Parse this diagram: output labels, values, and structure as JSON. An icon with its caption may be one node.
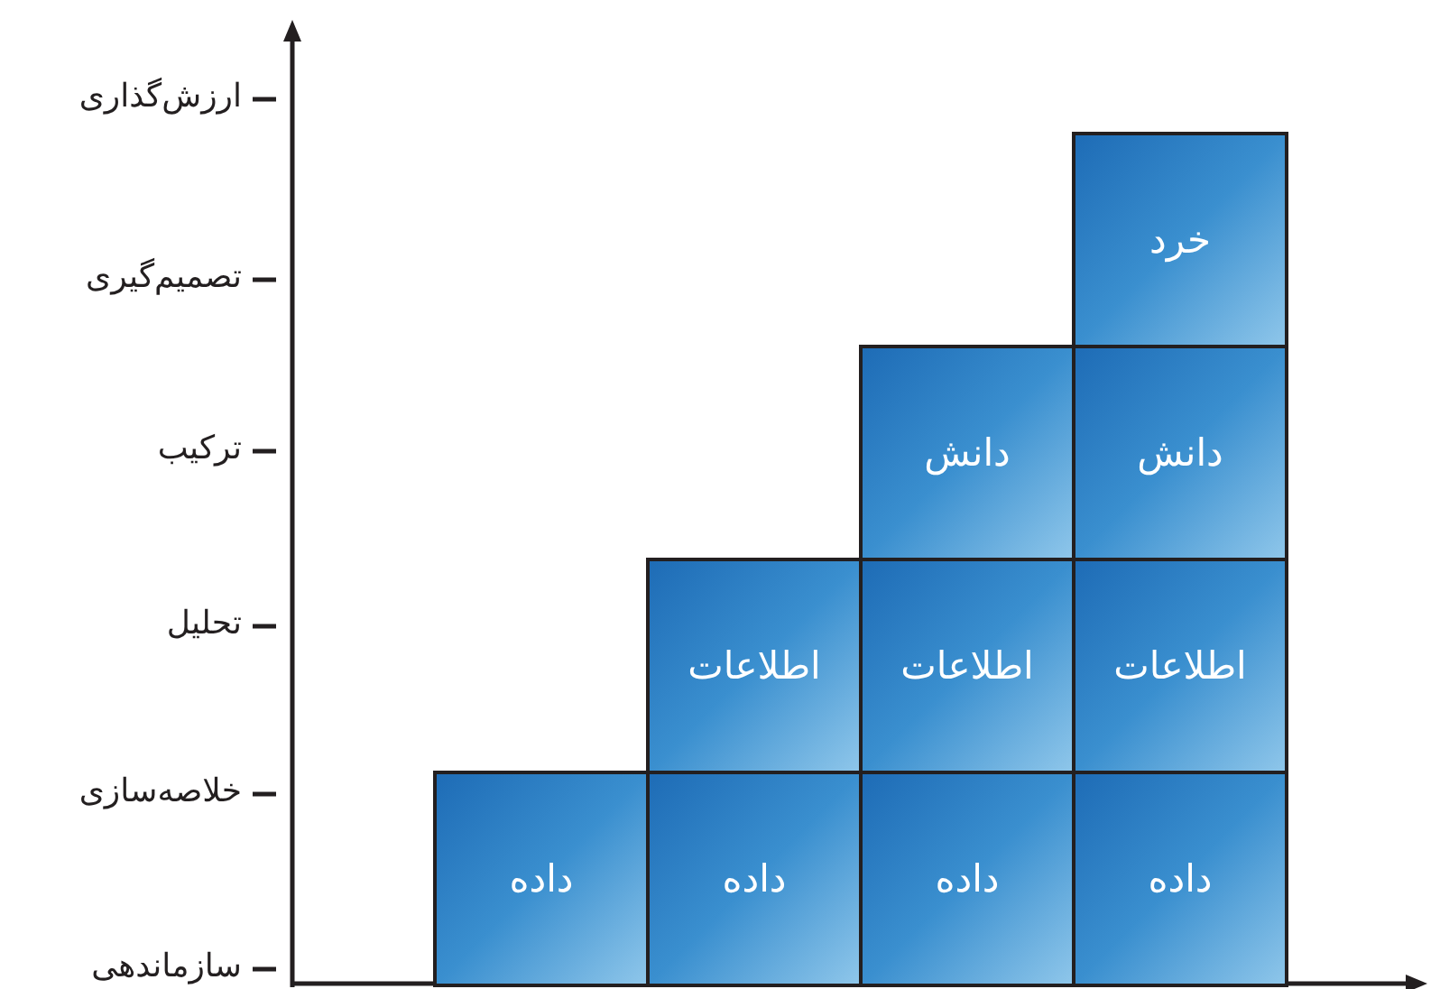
{
  "diagram": {
    "nodes": [
      {
        "text": [
          "خرد"
        ]
      },
      {
        "text": [
          "دانش"
        ]
      },
      {
        "text": [
          "دانش"
        ]
      },
      {
        "text": [
          "اطلاعات"
        ]
      },
      {
        "text": [
          "اطلاعات"
        ]
      },
      {
        "text": [
          "اطلاعات"
        ]
      },
      {
        "text": [
          "داده"
        ]
      },
      {
        "text": [
          "داده"
        ]
      },
      {
        "text": [
          "داده"
        ]
      },
      {
        "text": [
          "داده"
        ]
      }
    ],
    "labels": [
      "ارزش‌گذاری",
      "تصمیم‌گیری",
      "ترکیب",
      "تحلیل",
      "خلاصه‌سازی",
      "سازماندهی"
    ]
  }
}
